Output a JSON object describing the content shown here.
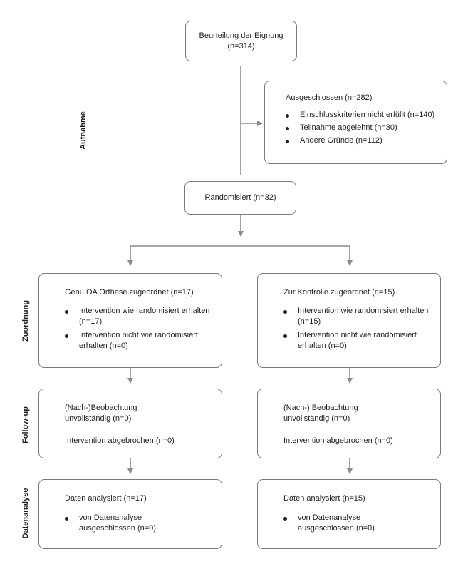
{
  "sections": {
    "aufnahme": "Aufnahme",
    "zuordnung": "Zuordnung",
    "followup": "Follow-up",
    "datenanalyse": "Datenanalyse"
  },
  "eligibility": {
    "title": "Beurteilung der Eignung",
    "count": "(n=314)"
  },
  "excluded": {
    "title": "Ausgeschlossen (n=282)",
    "items": [
      "Einschlusskriterien nicht erfüllt (n=140)",
      "Teilnahme abgelehnt (n=30)",
      "Andere Gründe (n=112)"
    ]
  },
  "randomized": {
    "title": "Randomisiert (n=32)"
  },
  "allocation": {
    "left": {
      "title": "Genu OA Orthese zugeordnet (n=17)",
      "items": [
        "Intervention wie randomisiert erhalten (n=17)",
        "Intervention nicht wie randomisiert erhalten (n=0)"
      ]
    },
    "right": {
      "title": "Zur Kontrolle zugeordnet (n=15)",
      "items": [
        "Intervention wie randomisiert erhalten (n=15)",
        "Intervention nicht wie randomisiert erhalten (n=0)"
      ]
    }
  },
  "followup": {
    "left": {
      "line1": "(Nach-)Beobachtung",
      "line2": "unvollständig (n=0)",
      "discontinued": "Intervention abgebrochen (n=0)"
    },
    "right": {
      "line1": "(Nach-) Beobachtung",
      "line2": "unvollständig (n=0)",
      "discontinued": "Intervention abgebrochen (n=0)"
    }
  },
  "analysis": {
    "left": {
      "title": "Daten analysiert (n=17)",
      "items": [
        "von Datenanalyse ausgeschlossen (n=0)"
      ]
    },
    "right": {
      "title": "Daten analysiert (n=15)",
      "items": [
        "von Datenanalyse ausgeschlossen (n=0)"
      ]
    }
  },
  "colors": {
    "border": "#7a7a7a",
    "arrow": "#8a8a8a",
    "text": "#231f20"
  }
}
